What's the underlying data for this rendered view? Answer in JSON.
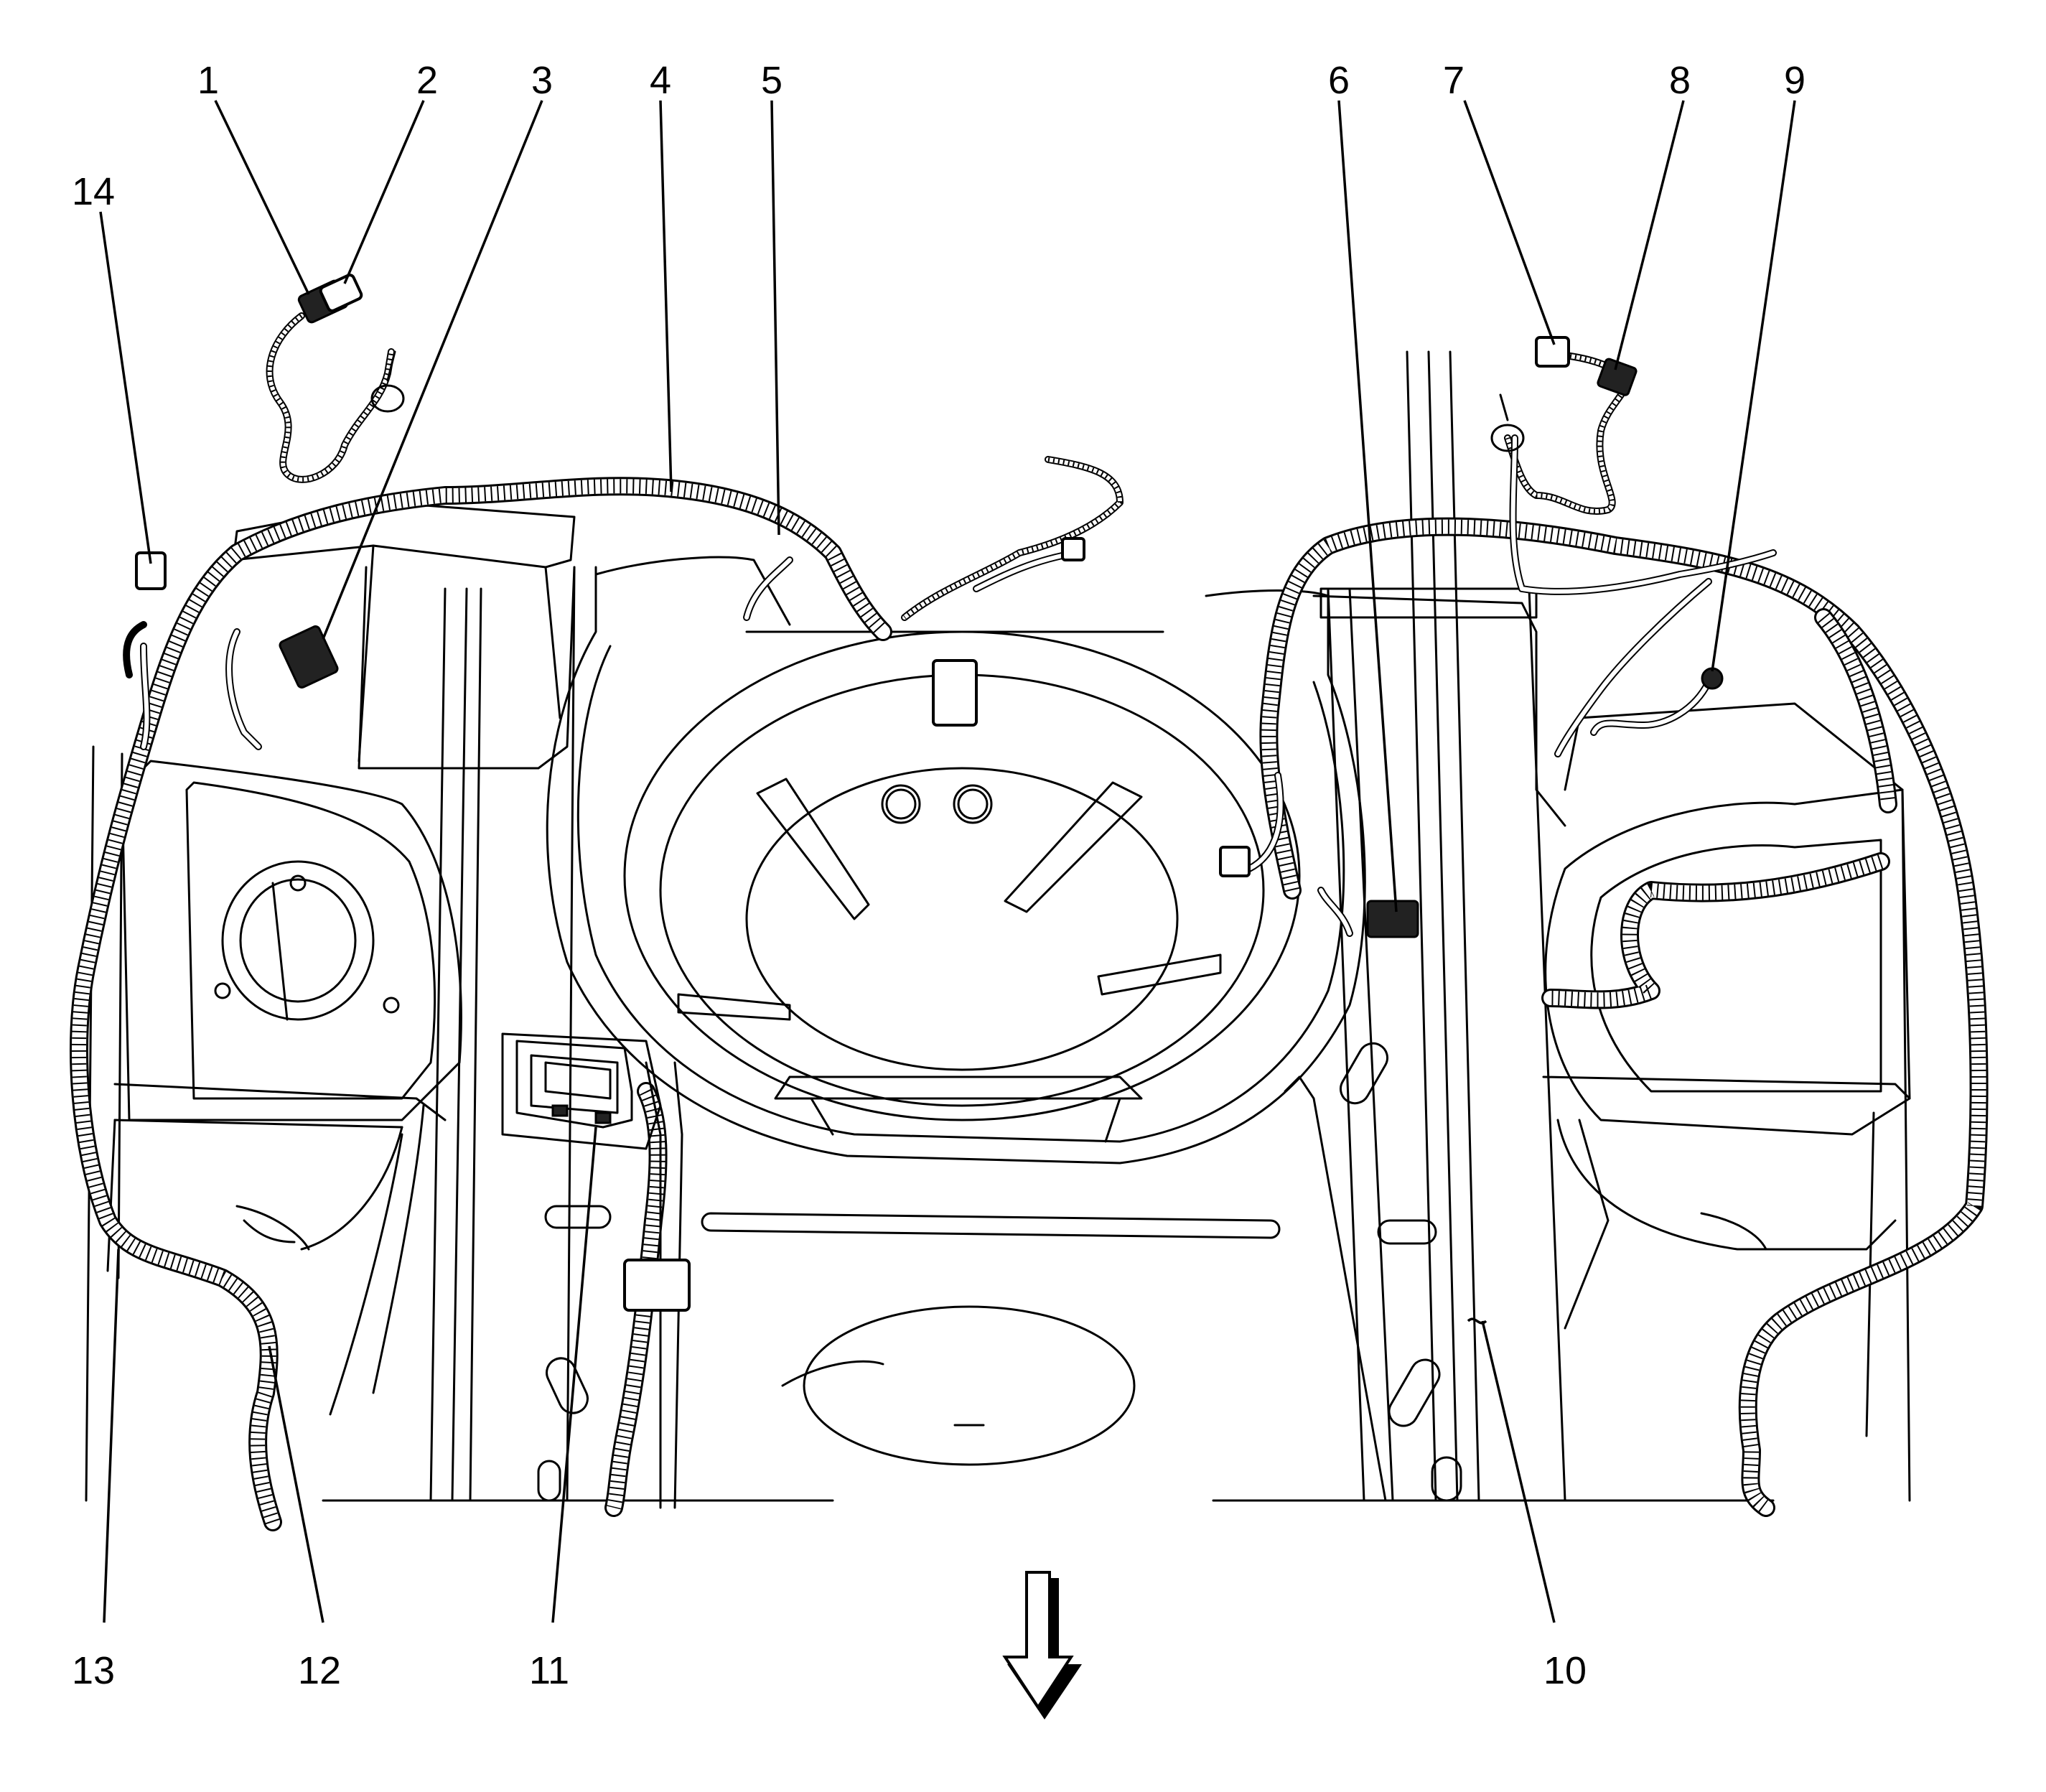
{
  "diagram": {
    "callouts": [
      {
        "id": "1",
        "label": "1"
      },
      {
        "id": "2",
        "label": "2"
      },
      {
        "id": "3",
        "label": "3"
      },
      {
        "id": "4",
        "label": "4"
      },
      {
        "id": "5",
        "label": "5"
      },
      {
        "id": "6",
        "label": "6"
      },
      {
        "id": "7",
        "label": "7"
      },
      {
        "id": "8",
        "label": "8"
      },
      {
        "id": "9",
        "label": "9"
      },
      {
        "id": "10",
        "label": "10"
      },
      {
        "id": "11",
        "label": "11"
      },
      {
        "id": "12",
        "label": "12"
      },
      {
        "id": "13",
        "label": "13"
      },
      {
        "id": "14",
        "label": "14"
      }
    ],
    "direction_arrow": "arrow-down-icon"
  }
}
